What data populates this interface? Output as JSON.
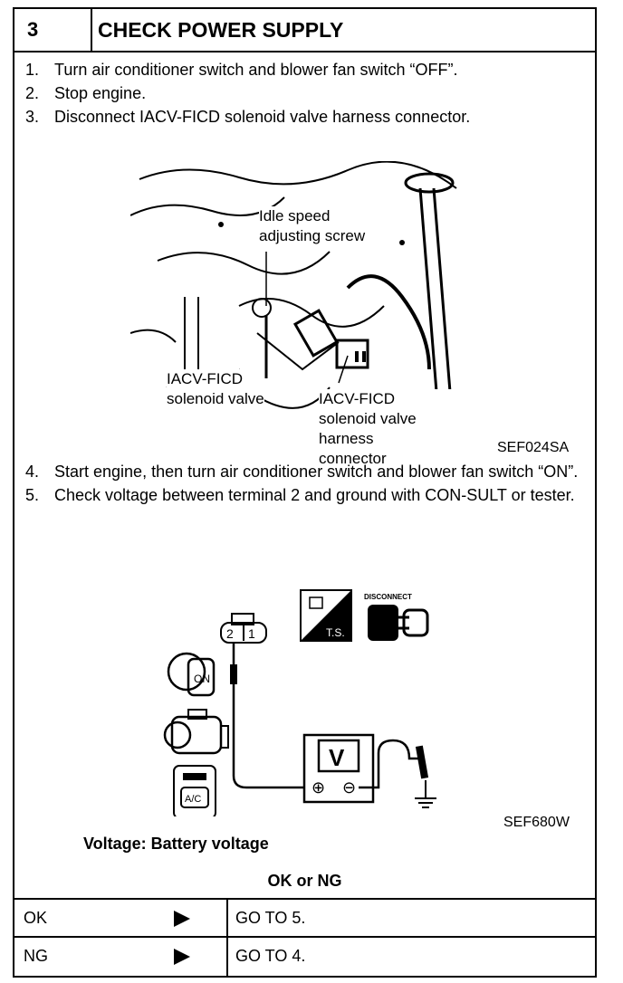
{
  "header": {
    "step_number": "3",
    "title": "CHECK POWER SUPPLY"
  },
  "steps_a": [
    {
      "num": "1.",
      "text": "Turn air conditioner switch and blower fan switch “OFF”."
    },
    {
      "num": "2.",
      "text": "Stop engine."
    },
    {
      "num": "3.",
      "text": "Disconnect IACV-FICD solenoid valve harness connector."
    }
  ],
  "figure1": {
    "label_screw": [
      "Idle speed",
      "adjusting screw"
    ],
    "label_valve": [
      "IACV-FICD",
      "solenoid valve"
    ],
    "label_connector": [
      "IACV-FICD",
      "solenoid valve harness",
      "connector"
    ],
    "code": "SEF024SA"
  },
  "steps_b": [
    {
      "num": "4.",
      "text": "Start engine, then turn air conditioner switch and blower fan switch “ON”."
    },
    {
      "num": "5.",
      "text": "Check voltage between terminal 2 and ground with CON-SULT or tester."
    }
  ],
  "figure2": {
    "terminal_2": "2",
    "terminal_1": "1",
    "ts_label": "T.S.",
    "disconnect_label": "DISCONNECT",
    "key_label": "ON",
    "ac_label": "A/C",
    "meter_label": "V",
    "plus": "⊕",
    "minus": "⊖",
    "code": "SEF680W"
  },
  "spec": "Voltage: Battery voltage",
  "result_title": "OK or NG",
  "results": [
    {
      "label": "OK",
      "action": "GO TO 5."
    },
    {
      "label": "NG",
      "action": "GO TO 4."
    }
  ]
}
